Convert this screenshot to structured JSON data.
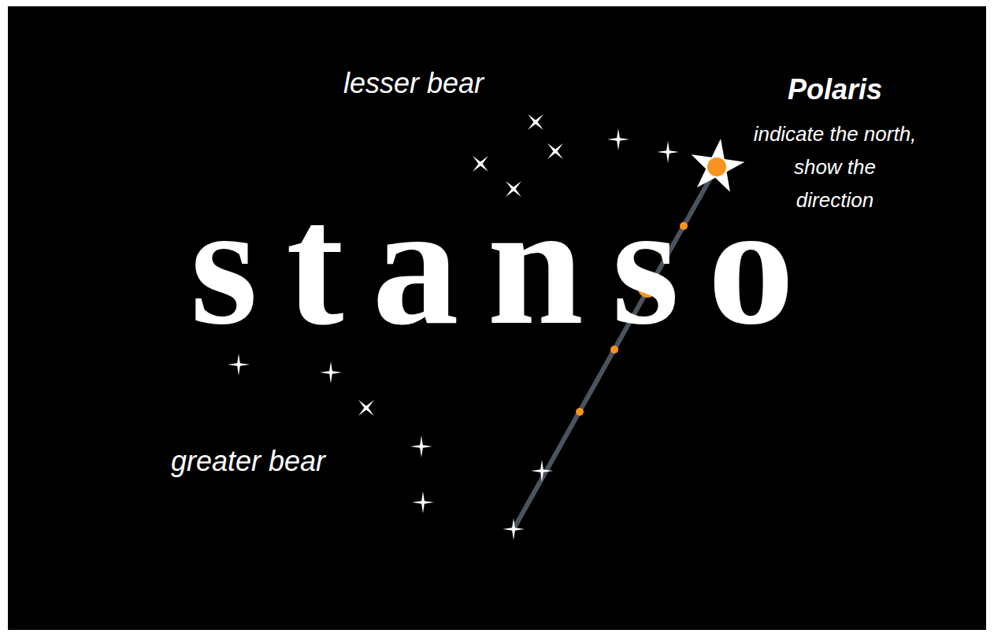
{
  "diagram": {
    "title": "stanso",
    "labels": [
      "lesser bear",
      "Polaris",
      "indicate the north, show the direction",
      "greater bear"
    ]
  }
}
